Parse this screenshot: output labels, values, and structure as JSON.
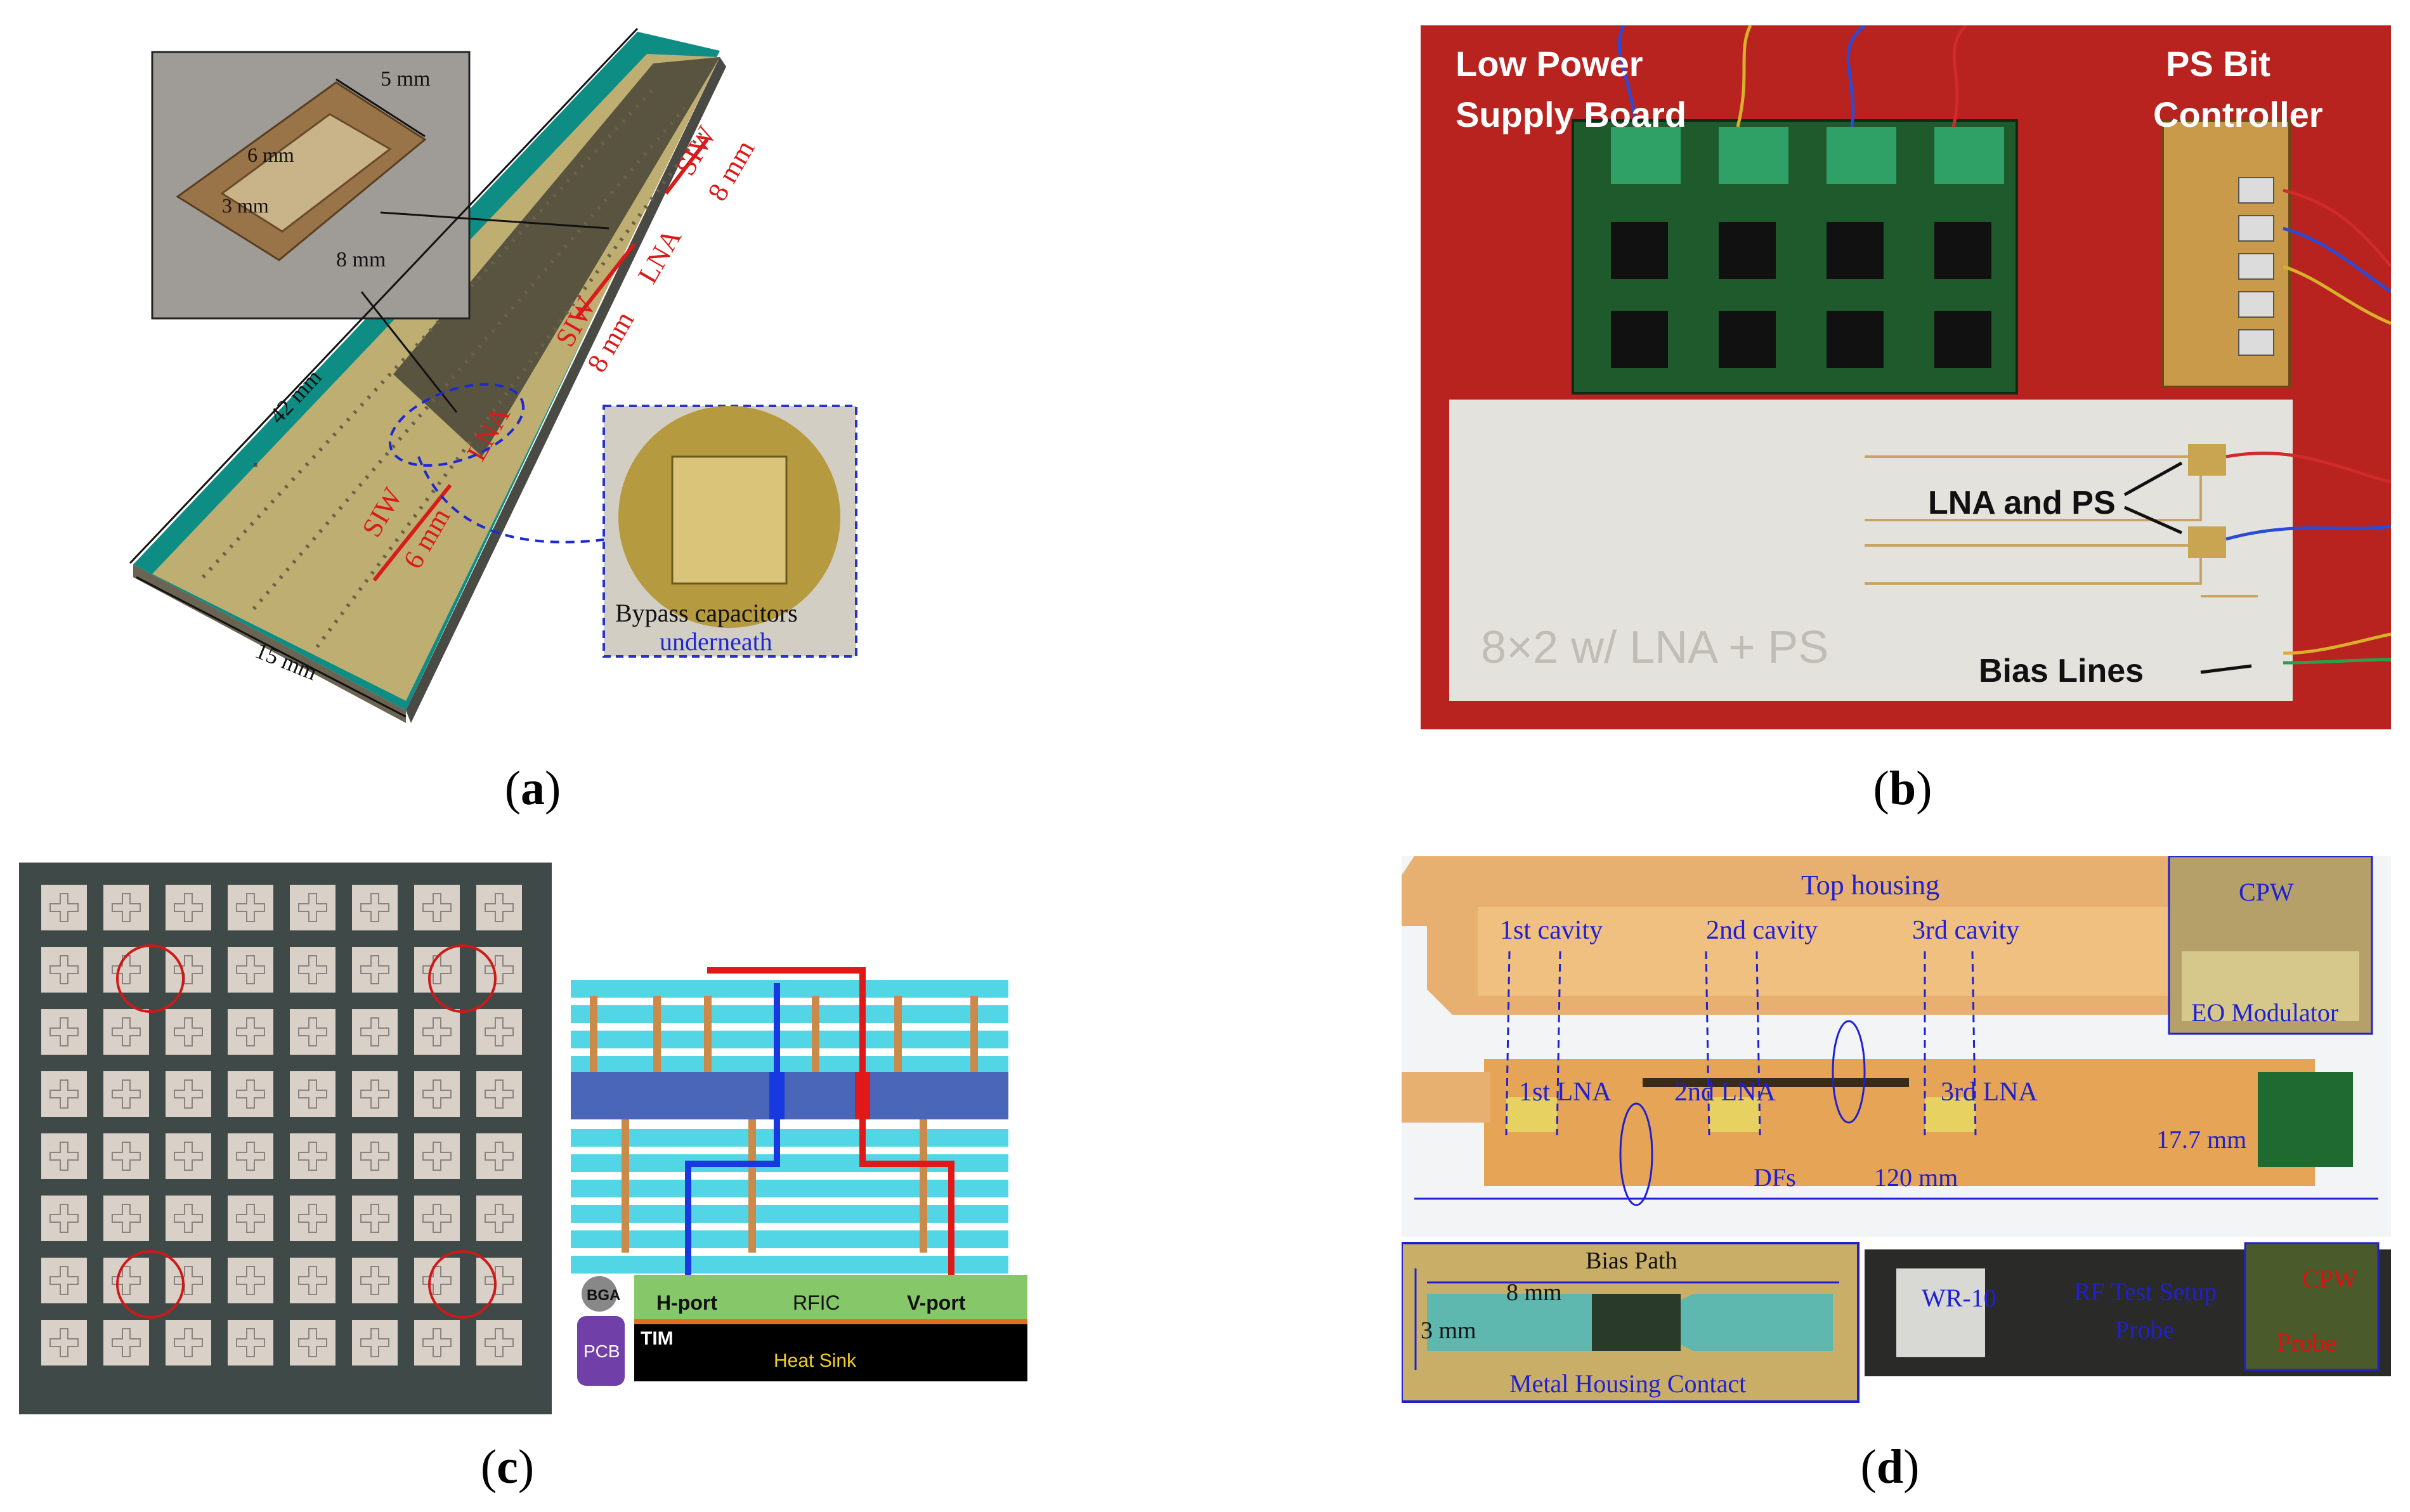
{
  "panels": {
    "a": {
      "caption_letter": "a",
      "inset_dims": {
        "top": "5 mm",
        "length": "6 mm",
        "width": "3 mm",
        "bottom": "8 mm"
      },
      "board_dims": {
        "long": "42 mm",
        "width": "15 mm"
      },
      "labels": {
        "siw1": "SIW",
        "siw1_len": "6 mm",
        "lna1": "LNA",
        "siw2": "SIW",
        "siw2_len": "8 mm",
        "lna2": "LNA",
        "siw3": "SIW",
        "siw3_len": "8 mm"
      },
      "bypass_line1": "Bypass capacitors",
      "bypass_line2": "underneath",
      "colors": {
        "board": "#c9b77a",
        "edge": "#16a49a",
        "arrow": "#d81b1b",
        "blue": "#1e2ad0"
      }
    },
    "b": {
      "caption_letter": "b",
      "supply_label_1": "Low Power",
      "supply_label_2": "Supply Board",
      "ps_label_1": "PS Bit",
      "ps_label_2": "Controller",
      "lna_ps_label": "LNA and PS",
      "bias_label": "Bias Lines",
      "board_text": "8×2  w/ LNA + PS",
      "colors": {
        "background": "#b8231f",
        "pcb": "#1f5a2d",
        "board": "#e4e2dd"
      }
    },
    "c": {
      "caption_letter": "c",
      "grid_rows": 8,
      "grid_cols": 8,
      "stack_labels": {
        "h_port": "H-port",
        "rfic": "RFIC",
        "v_port": "V-port",
        "bga": "BGA",
        "pcb": "PCB",
        "tim": "TIM",
        "heat_sink": "Heat Sink"
      },
      "colors": {
        "tile": "#d9d0c8",
        "background": "#3f4a48",
        "highlight": "#d01818",
        "layer": "#52d6e6",
        "core": "#4a66b8",
        "via_red": "#e01818",
        "via_blue": "#1838e0"
      }
    },
    "d": {
      "caption_letter": "d",
      "top_housing": "Top housing",
      "cavities": [
        "1st cavity",
        "2nd cavity",
        "3rd cavity"
      ],
      "lnas": [
        "1st LNA",
        "2nd LNA",
        "3rd LNA"
      ],
      "cpw": "CPW",
      "eo_modulator": "EO Modulator",
      "dfs": "DFs",
      "length_120": "120 mm",
      "length_177": "17.7 mm",
      "bias_path": "Bias Path",
      "dim_8": "8 mm",
      "dim_3": "3 mm",
      "metal_housing": "Metal Housing Contact",
      "wr10": "WR-10",
      "rf_setup": "RF Test Setup",
      "probe": "Probe",
      "cpw_inset": "CPW",
      "probe_inset": "Probe",
      "colors": {
        "housing": "#e4a65a",
        "text_blue": "#2020d0",
        "text_red": "#e01010"
      }
    }
  }
}
